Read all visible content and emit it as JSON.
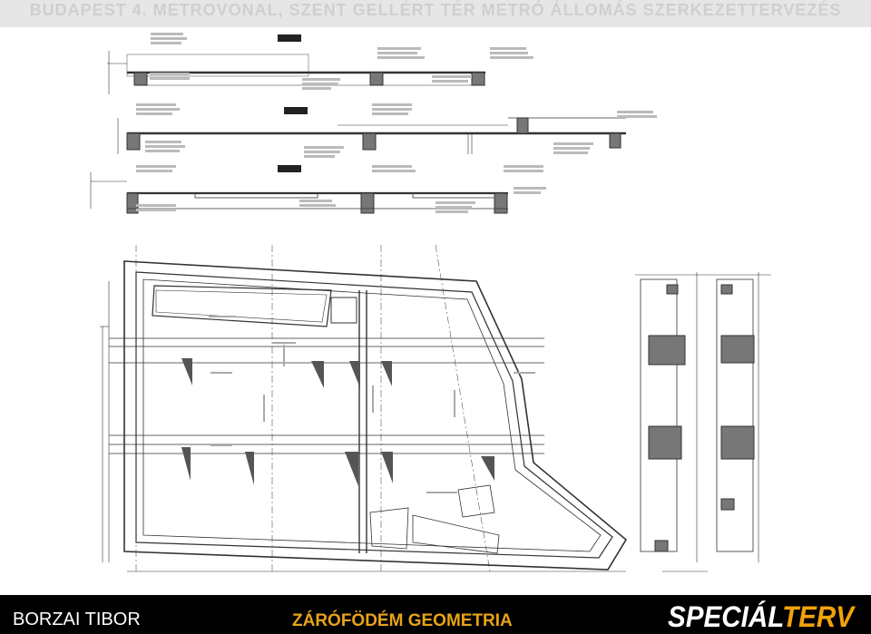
{
  "header": {
    "title": "BUDAPEST 4. METROVONAL, SZENT GELLÉRT TÉR METRÓ ÁLLOMÁS SZERKEZETTERVEZÉS"
  },
  "footer": {
    "author": "BORZAI TIBOR",
    "subject": "ZÁRÓFÖDÉM GEOMETRIA",
    "logo_primary": "SPECIÁL",
    "logo_accent": "TERV"
  },
  "colors": {
    "header_bg": "#e6e6e6",
    "header_text": "#cfcfcf",
    "footer_bg": "#000000",
    "author_text": "#ffffff",
    "subject_text": "#e8a317",
    "logo_accent": "#f2a20c"
  }
}
